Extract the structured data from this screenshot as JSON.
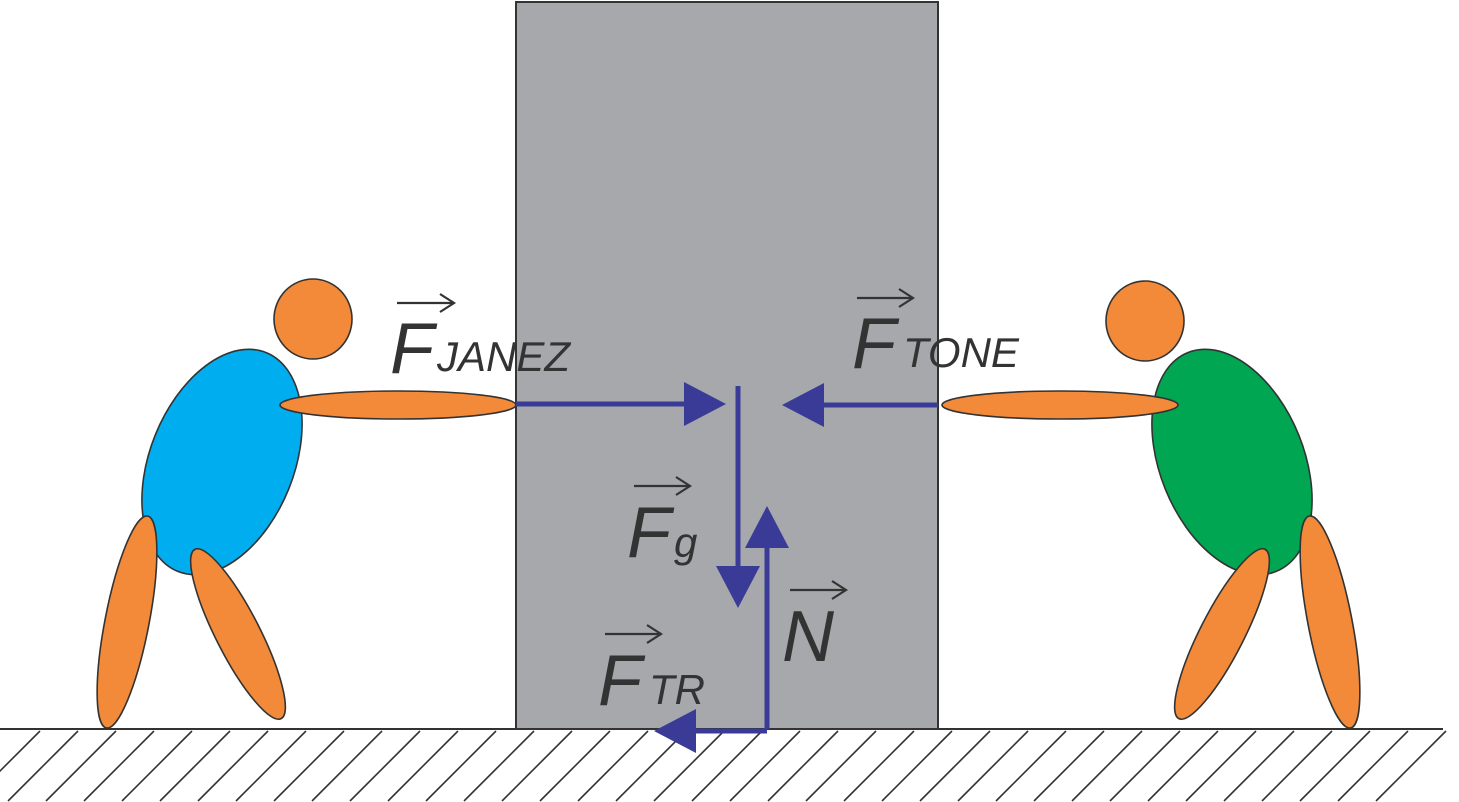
{
  "colors": {
    "block": "#a7a8ac",
    "block_stroke": "#333333",
    "force": "#3a3b96",
    "skin": "#f28a3a",
    "shirt_left": "#00aeef",
    "shirt_right": "#00a651",
    "ground": "#333333",
    "label": "#333333"
  },
  "labels": {
    "f_janez": {
      "main": "F",
      "sub": "JANEZ"
    },
    "f_tone": {
      "main": "F",
      "sub": "TONE"
    },
    "f_g": {
      "main": "F",
      "sub": "g"
    },
    "n": {
      "main": "N",
      "sub": ""
    },
    "f_tr": {
      "main": "F",
      "sub": "TR"
    }
  }
}
